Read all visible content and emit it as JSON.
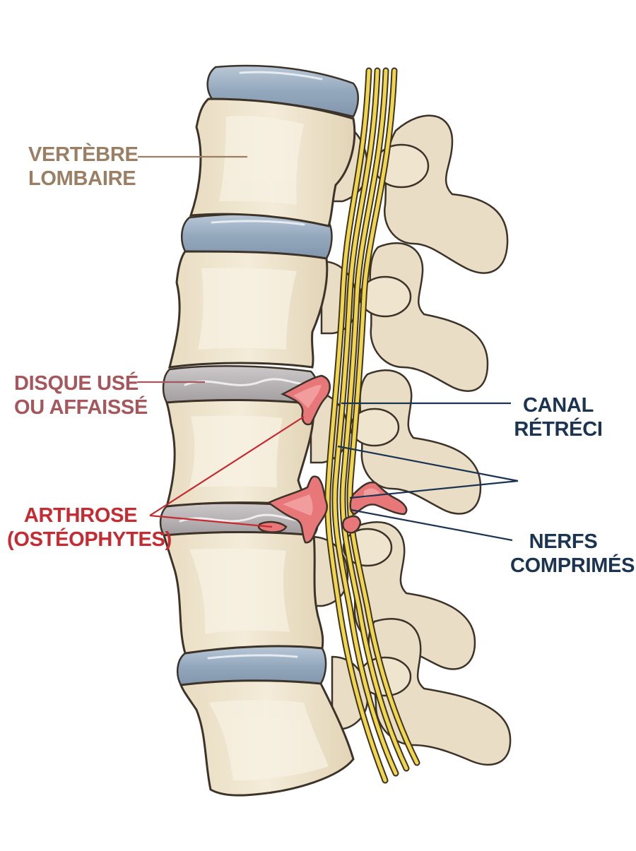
{
  "labels": {
    "vertebra": {
      "line1": "VERTÈBRE",
      "line2": "LOMBAIRE",
      "color": "#9a7f64"
    },
    "disc": {
      "line1": "DISQUE USÉ",
      "line2": "OU AFFAISSÉ",
      "color": "#a5575c"
    },
    "arthrosis": {
      "line1": "ARTHROSE",
      "line2": "(OSTÉOPHYTES)",
      "color": "#c52b30"
    },
    "canal": {
      "line1": "CANAL",
      "line2": "RÉTRÉCI",
      "color": "#1b3452"
    },
    "nerves": {
      "line1": "NERFS",
      "line2": "COMPRIMÉS",
      "color": "#1b3452"
    }
  },
  "colors": {
    "bone": "#efe4cd",
    "bone_shadow": "#ddceaf",
    "bone_outline": "#3d3328",
    "disc_healthy": "#9fb1c5",
    "disc_worn": "#b7b3b5",
    "nerve": "#f1d54a",
    "osteophyte": "#e8777a"
  }
}
